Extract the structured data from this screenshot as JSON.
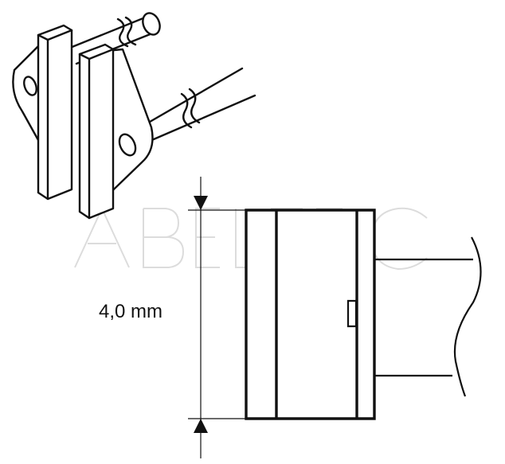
{
  "dimension": {
    "label": "4,0 mm",
    "value": 4.0,
    "unit": "mm"
  },
  "watermark": {
    "text": "ABELTEC",
    "color": "#d9d9d9"
  },
  "colors": {
    "line": "#111111",
    "background": "#ffffff"
  }
}
